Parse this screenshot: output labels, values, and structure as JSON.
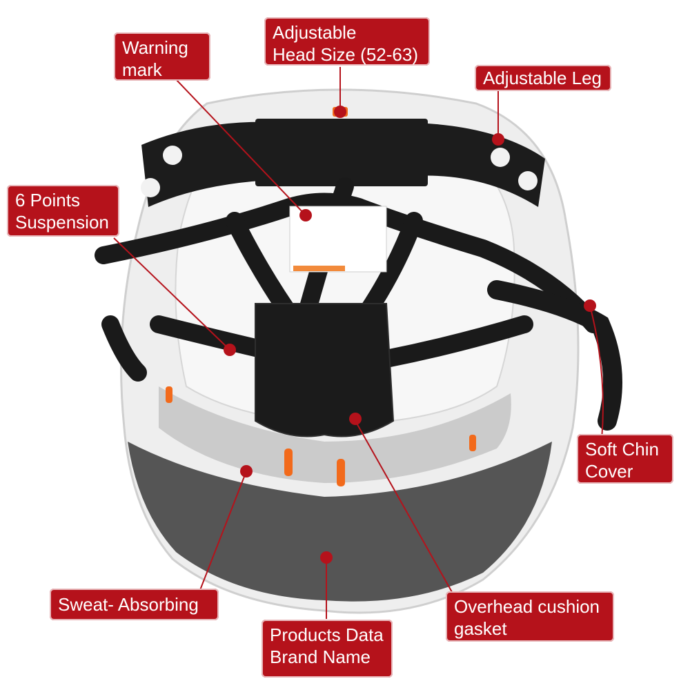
{
  "colors": {
    "callout_bg": "#b5121b",
    "callout_text": "#ffffff",
    "leader_line": "#b5121b",
    "helmet_shell": "#f2f2f2",
    "strap": "#1a1a1a",
    "visor": "#3a3a3a",
    "clip_accent": "#f26a1b"
  },
  "callouts": {
    "warning_mark": {
      "line1": "Warning",
      "line2": "mark"
    },
    "head_size": {
      "line1": "Adjustable",
      "line2": "Head Size (52-63)"
    },
    "adjustable_leg": {
      "line1": "Adjustable Leg"
    },
    "suspension": {
      "line1": "6 Points",
      "line2": "Suspension"
    },
    "chin_cover": {
      "line1": "Soft Chin",
      "line2": "Cover"
    },
    "sweat": {
      "line1": "Sweat- Absorbing"
    },
    "cushion": {
      "line1": "Overhead cushion",
      "line2": "gasket"
    },
    "products": {
      "line1": "Products Data",
      "line2": "Brand Name"
    }
  }
}
